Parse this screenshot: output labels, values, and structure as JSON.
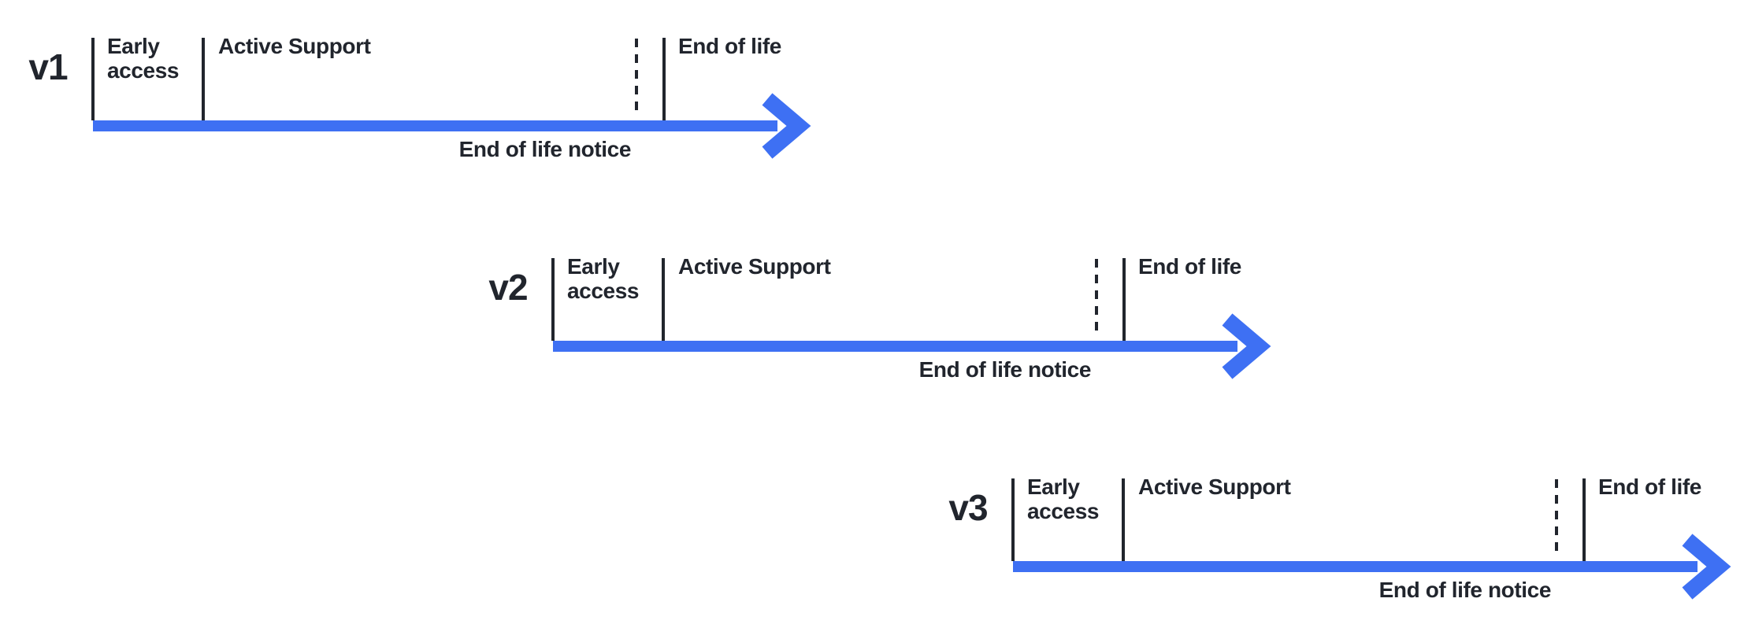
{
  "page": {
    "background": "#ffffff"
  },
  "colors": {
    "arrow_blue": "#3e70f3",
    "ink": "#21252d"
  },
  "timelines": [
    {
      "version": "v1",
      "phases": {
        "early_access": "Early\naccess",
        "active_support": "Active Support",
        "end_of_life": "End of life",
        "end_of_life_notice": "End of life notice"
      }
    },
    {
      "version": "v2",
      "phases": {
        "early_access": "Early\naccess",
        "active_support": "Active Support",
        "end_of_life": "End of life",
        "end_of_life_notice": "End of life notice"
      }
    },
    {
      "version": "v3",
      "phases": {
        "early_access": "Early\naccess",
        "active_support": "Active Support",
        "end_of_life": "End of life",
        "end_of_life_notice": "End of life notice"
      }
    }
  ]
}
